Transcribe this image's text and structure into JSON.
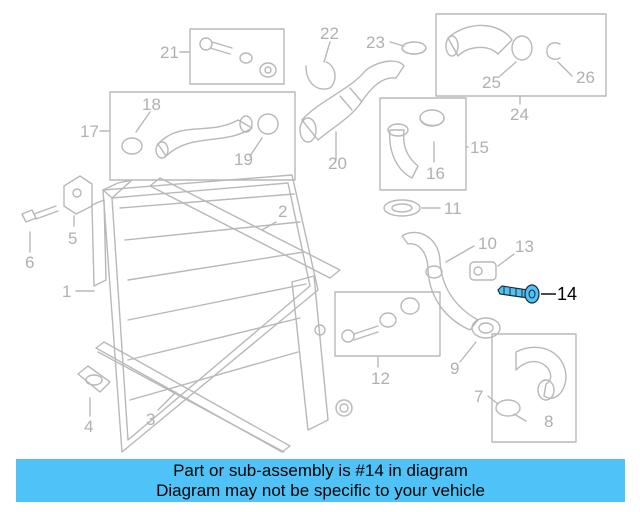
{
  "diagram": {
    "callouts": [
      "1",
      "2",
      "3",
      "4",
      "5",
      "6",
      "7",
      "8",
      "9",
      "10",
      "11",
      "12",
      "13",
      "14",
      "15",
      "16",
      "17",
      "18",
      "19",
      "20",
      "21",
      "22",
      "23",
      "24",
      "25",
      "26"
    ],
    "highlighted_part": "14"
  },
  "banner": {
    "line1": "Part or sub-assembly is #14 in diagram",
    "line2": "Diagram may not be specific to your vehicle"
  },
  "colors": {
    "linework": "#b8b8b8",
    "highlight_fill": "#4fc3f7",
    "banner_bg": "#4fc3f7"
  }
}
